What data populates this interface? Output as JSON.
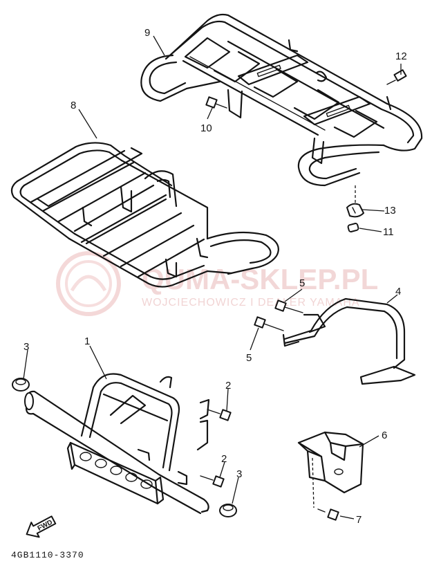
{
  "watermark": {
    "title": "QUMA-SKLEP.PL",
    "subtitle": "WOJCIECHOWICZ I DEALER YAMAHA",
    "color": "#e8b8b8"
  },
  "callouts": {
    "c1": "1",
    "c2a": "2",
    "c2b": "2",
    "c3a": "3",
    "c3b": "3",
    "c4": "4",
    "c5a": "5",
    "c5b": "5",
    "c6": "6",
    "c7": "7",
    "c8": "8",
    "c9": "9",
    "c10": "10",
    "c11": "11",
    "c12": "12",
    "c13": "13"
  },
  "fwd_badge": "FWD",
  "diagram_code": "4GB1110-3370",
  "line_color": "#141414"
}
